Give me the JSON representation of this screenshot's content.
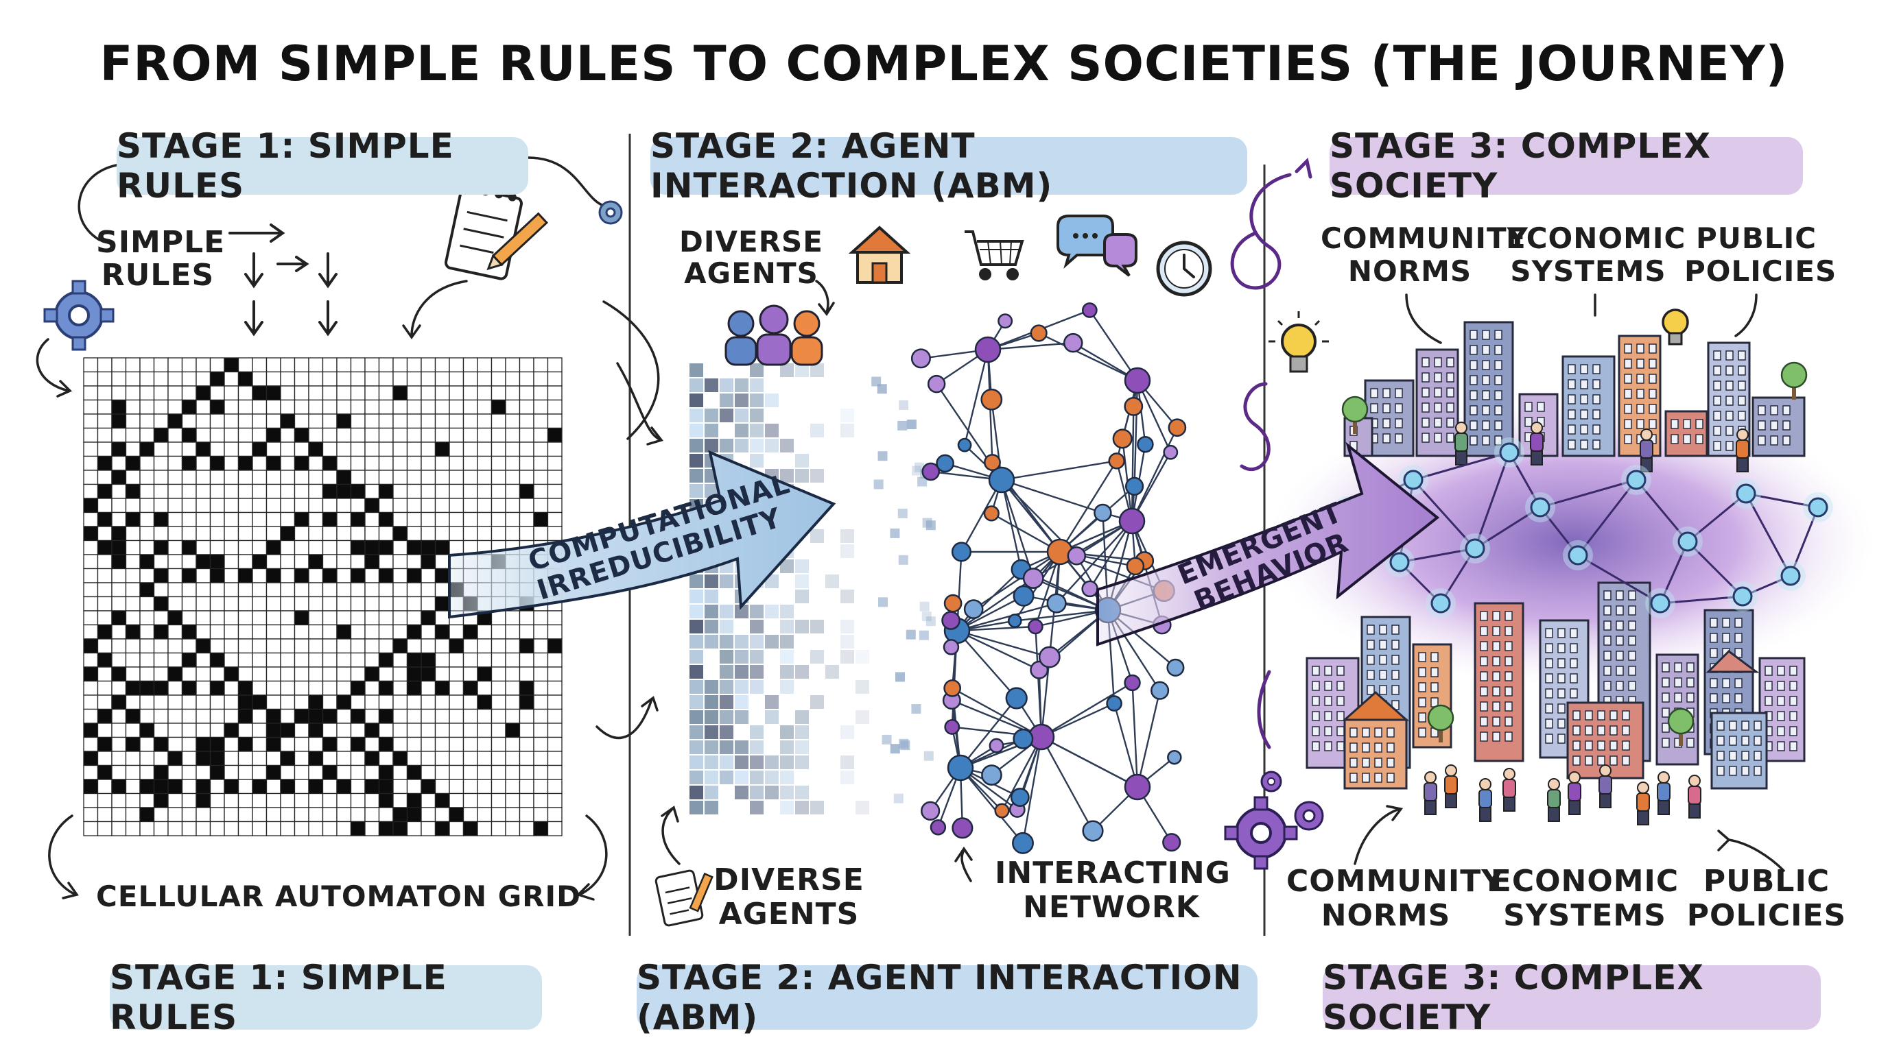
{
  "title": "FROM SIMPLE RULES TO COMPLEX SOCIETIES (THE JOURNEY)",
  "stage1": {
    "badge_top": "STAGE 1: SIMPLE RULES",
    "rules_label_1": "SIMPLE",
    "rules_label_2": "RULES",
    "grid_label": "CELLULAR AUTOMATON GRID",
    "badge_bottom": "STAGE 1: SIMPLE RULES"
  },
  "arrow1": {
    "line1": "COMPUTATIONAL",
    "line2": "IRREDUCIBILITY"
  },
  "stage2": {
    "badge_top": "STAGE 2: AGENT INTERACTION (ABM)",
    "agents_label_top_1": "DIVERSE",
    "agents_label_top_2": "AGENTS",
    "agents_label_bottom_1": "DIVERSE",
    "agents_label_bottom_2": "AGENTS",
    "network_label_1": "INTERACTING",
    "network_label_2": "NETWORK",
    "badge_bottom": "STAGE 2: AGENT INTERACTION (ABM)"
  },
  "arrow2": {
    "line1": "EMERGENT",
    "line2": "BEHAVIOR"
  },
  "stage3": {
    "badge_top": "STAGE 3: COMPLEX SOCIETY",
    "top_labels": [
      {
        "line1": "COMMUNITY",
        "line2": "NORMS"
      },
      {
        "line1": "ECONOMIC",
        "line2": "SYSTEMS"
      },
      {
        "line1": "PUBLIC",
        "line2": "POLICIES"
      }
    ],
    "bottom_labels": [
      {
        "line1": "COMMUNITY",
        "line2": "NORMS"
      },
      {
        "line1": "ECONOMIC",
        "line2": "SYSTEMS"
      },
      {
        "line1": "PUBLIC",
        "line2": "POLICIES"
      }
    ],
    "badge_bottom": "STAGE 3: COMPLEX SOCIETY"
  },
  "icons": [
    "gear-icon",
    "notepad-pencil-icon",
    "house-icon",
    "shopping-cart-icon",
    "chat-bubbles-icon",
    "clock-icon",
    "lightbulb-icon",
    "people-icon"
  ],
  "colors": {
    "stage1_badge": "#cfe4ee",
    "stage2_badge": "#c5dbf0",
    "stage3_badge": "#ddc9ea",
    "arrow1_fill": "#bcd6ea",
    "arrow2_fill": "#c9aee0",
    "node_blue": "#3f7fc0",
    "node_purple": "#8e4fb8",
    "node_orange": "#e07a3a"
  }
}
